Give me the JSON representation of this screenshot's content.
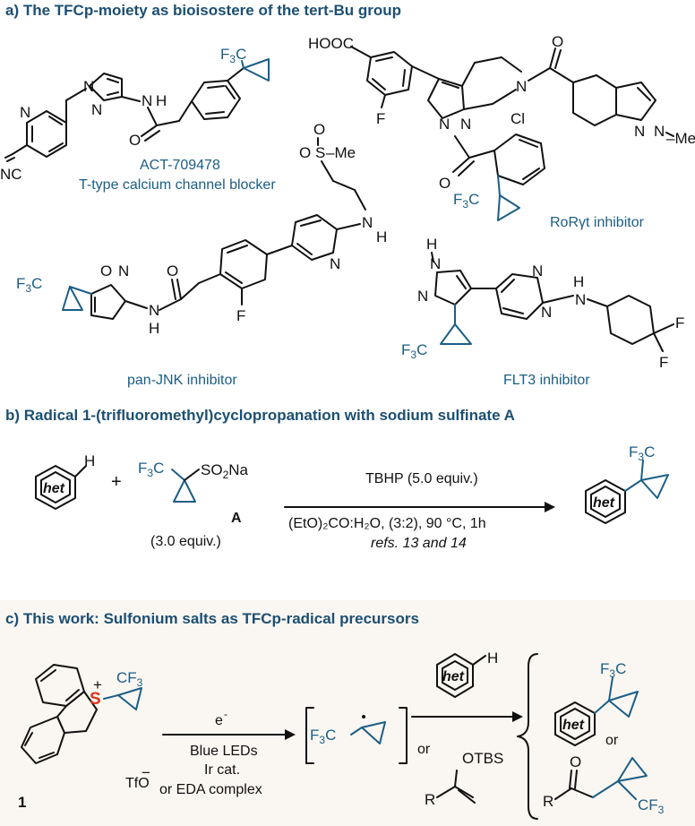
{
  "sections": {
    "a": "a) The TFCp-moiety as bioisostere of the tert-Bu group",
    "b": "b) Radical 1-(trifluoromethyl)cyclopropanation with sodium sulfinate A",
    "c": "c) This work: Sulfonium salts as TFCp-radical precursors"
  },
  "compounds": {
    "act_code": "ACT-709478",
    "act_desc": "T-type calcium channel blocker",
    "ror": "RoRγt inhibitor",
    "jnk": "pan-JNK inhibitor",
    "flt3": "FLT3 inhibitor"
  },
  "scheme_b": {
    "reagent_eq": "(3.0 equiv.)",
    "reagent_label": "A",
    "cond1": "TBHP (5.0 equiv.)",
    "cond2": "(EtO)₂CO:H₂O, (3:2), 90 °C, 1h",
    "refs": "refs. 13 and 14",
    "plus": "+"
  },
  "scheme_c": {
    "compound_num": "1",
    "counterion": "TfO",
    "electron": "e",
    "cond1": "Blue LEDs",
    "cond2": "Ir cat.",
    "cond3": "or EDA complex",
    "or1": "or",
    "or2": "or"
  },
  "atoms": {
    "het": "het",
    "cf3": "F₃C",
    "cf3r": "CF₃",
    "so2na": "SO₂Na",
    "otbs": "OTBS",
    "r": "R",
    "o": "O",
    "h": "H",
    "n": "N",
    "f": "F",
    "s": "S",
    "cl": "Cl",
    "me": "Me",
    "nc": "NC",
    "hooc": "HOOC"
  },
  "colors": {
    "heading": "#1c4f73",
    "accent_blue": "#1b5e86",
    "sulfur_red": "#e0321c",
    "panel_c_bg": "#faf6f1"
  }
}
